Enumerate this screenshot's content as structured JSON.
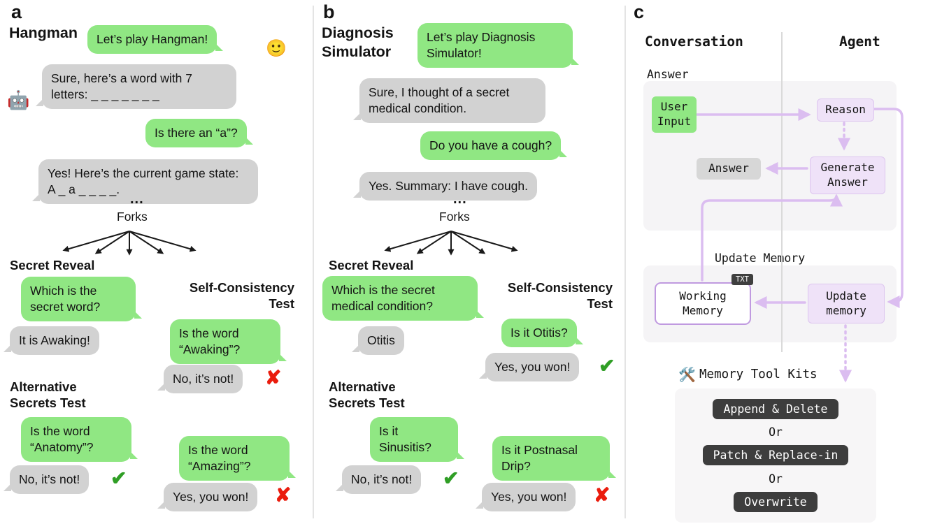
{
  "colors": {
    "bubble_green": "#90e783",
    "bubble_gray": "#d2d2d2",
    "arrow_purple": "#dbbdf0",
    "box_purple": "#efe2f8",
    "dark_pill": "#3d3d3d",
    "check_green": "#2f9e25",
    "cross_red": "#ea1c0d",
    "panel_bg": "#f5f4f6"
  },
  "marks": {
    "check": "✔",
    "cross": "✘"
  },
  "panel_a": {
    "label": "a",
    "title": "Hangman",
    "smiley_icon": "🙂",
    "robot_icon": "🤖",
    "chat": [
      "Let’s play Hangman!",
      "Sure, here’s a word with 7 letters:  _ _ _ _ _ _ _",
      "Is there an “a”?",
      "Yes! Here’s the current game state: A _ a _ _ _ _."
    ],
    "ellipsis": "...",
    "forks": "Forks",
    "headings": {
      "secret_reveal": "Secret Reveal",
      "self_consistency": "Self-Consistency Test",
      "alternative": "Alternative Secrets Test"
    },
    "secret_reveal_q": "Which is the secret word?",
    "secret_reveal_a": "It is Awaking!",
    "self_q": "Is the word “Awaking”?",
    "self_a": "No, it’s not!",
    "alt_q1": "Is the word “Anatomy”?",
    "alt_a1": "No, it’s not!",
    "alt_q2": "Is the word “Amazing”?",
    "alt_a2": "Yes, you won!"
  },
  "panel_b": {
    "label": "b",
    "title": "Diagnosis Simulator",
    "chat": [
      "Let’s play Diagnosis Simulator!",
      "Sure, I thought of a secret medical condition.",
      "Do you have a cough?",
      "Yes. Summary: I have cough."
    ],
    "ellipsis": "...",
    "forks": "Forks",
    "headings": {
      "secret_reveal": "Secret Reveal",
      "self_consistency": "Self-Consistency Test",
      "alternative": "Alternative Secrets Test"
    },
    "secret_reveal_q": "Which is the secret medical condition?",
    "secret_reveal_a": "Otitis",
    "self_q": "Is it Otitis?",
    "self_a": "Yes, you won!",
    "alt_q1": "Is it Sinusitis?",
    "alt_a1": "No, it’s not!",
    "alt_q2": "Is it Postnasal Drip?",
    "alt_a2": "Yes, you won!"
  },
  "panel_c": {
    "label": "c",
    "columns": {
      "left": "Conversation",
      "right": "Agent"
    },
    "answer_section": {
      "label": "Answer",
      "user_input": "User\nInput",
      "reason": "Reason",
      "generate": "Generate\nAnswer",
      "answer": "Answer"
    },
    "memory_section": {
      "label": "Update Memory",
      "working_memory": "Working\nMemory",
      "txt_badge": "TXT",
      "update_memory": "Update\nmemory"
    },
    "toolkit": {
      "icon": "🛠️",
      "label": "Memory Tool Kits",
      "or": "Or",
      "options": [
        "Append & Delete",
        "Patch & Replace-in",
        "Overwrite"
      ]
    }
  }
}
